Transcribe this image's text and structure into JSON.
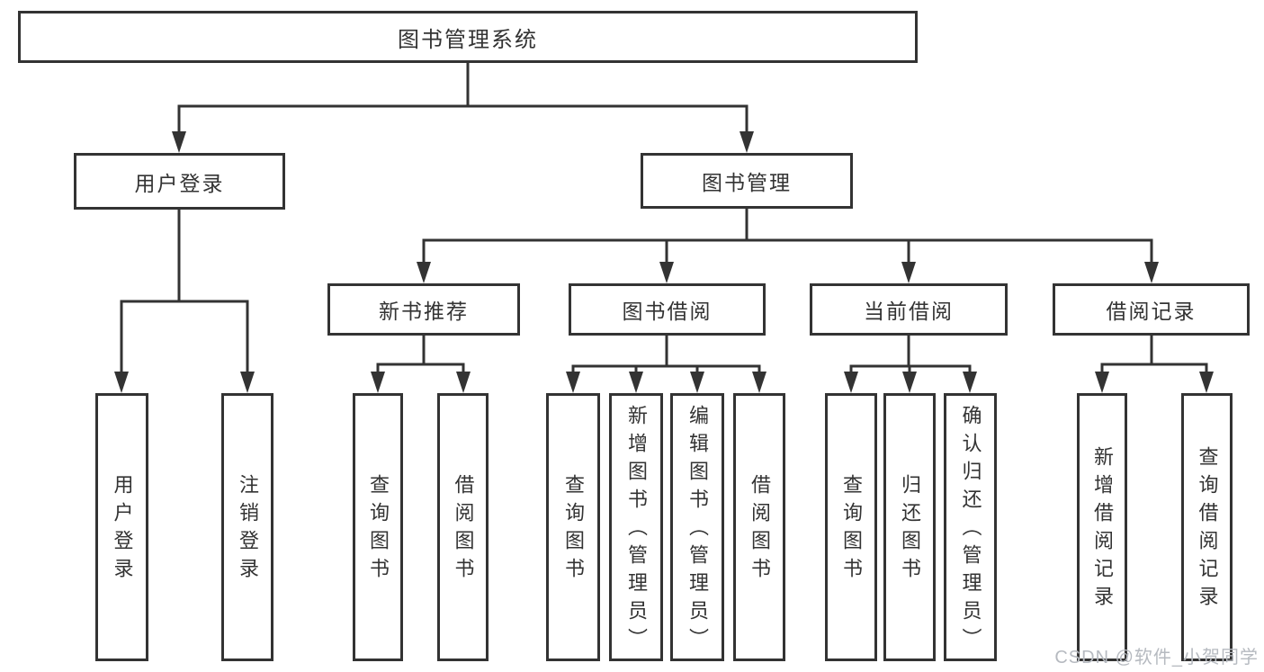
{
  "title": "图书管理系统",
  "watermark": "CSDN @软件_小贺同学",
  "colors": {
    "line": "#333333",
    "text": "#333333",
    "background": "#ffffff",
    "watermark": "#b6bac0"
  },
  "nodes": {
    "root": {
      "label": "图书管理系统"
    },
    "user_login": {
      "label": "用户登录"
    },
    "book_mgmt": {
      "label": "图书管理"
    },
    "new_books": {
      "label": "新书推荐"
    },
    "book_borrow": {
      "label": "图书借阅"
    },
    "current_borrow": {
      "label": "当前借阅"
    },
    "borrow_records": {
      "label": "借阅记录"
    },
    "leaf_user_login": {
      "label": "用户登录"
    },
    "leaf_logout": {
      "label": "注销登录"
    },
    "leaf_new_query": {
      "label": "查询图书"
    },
    "leaf_new_borrow": {
      "label": "借阅图书"
    },
    "leaf_bb_query": {
      "label": "查询图书"
    },
    "leaf_bb_add": {
      "label": "新增图书（管理员）"
    },
    "leaf_bb_edit": {
      "label": "编辑图书（管理员）"
    },
    "leaf_bb_borrow": {
      "label": "借阅图书"
    },
    "leaf_cb_query": {
      "label": "查询图书"
    },
    "leaf_cb_return": {
      "label": "归还图书"
    },
    "leaf_cb_confirm": {
      "label": "确认归还（管理员）"
    },
    "leaf_br_add": {
      "label": "新增借阅记录"
    },
    "leaf_br_query": {
      "label": "查询借阅记录"
    }
  }
}
